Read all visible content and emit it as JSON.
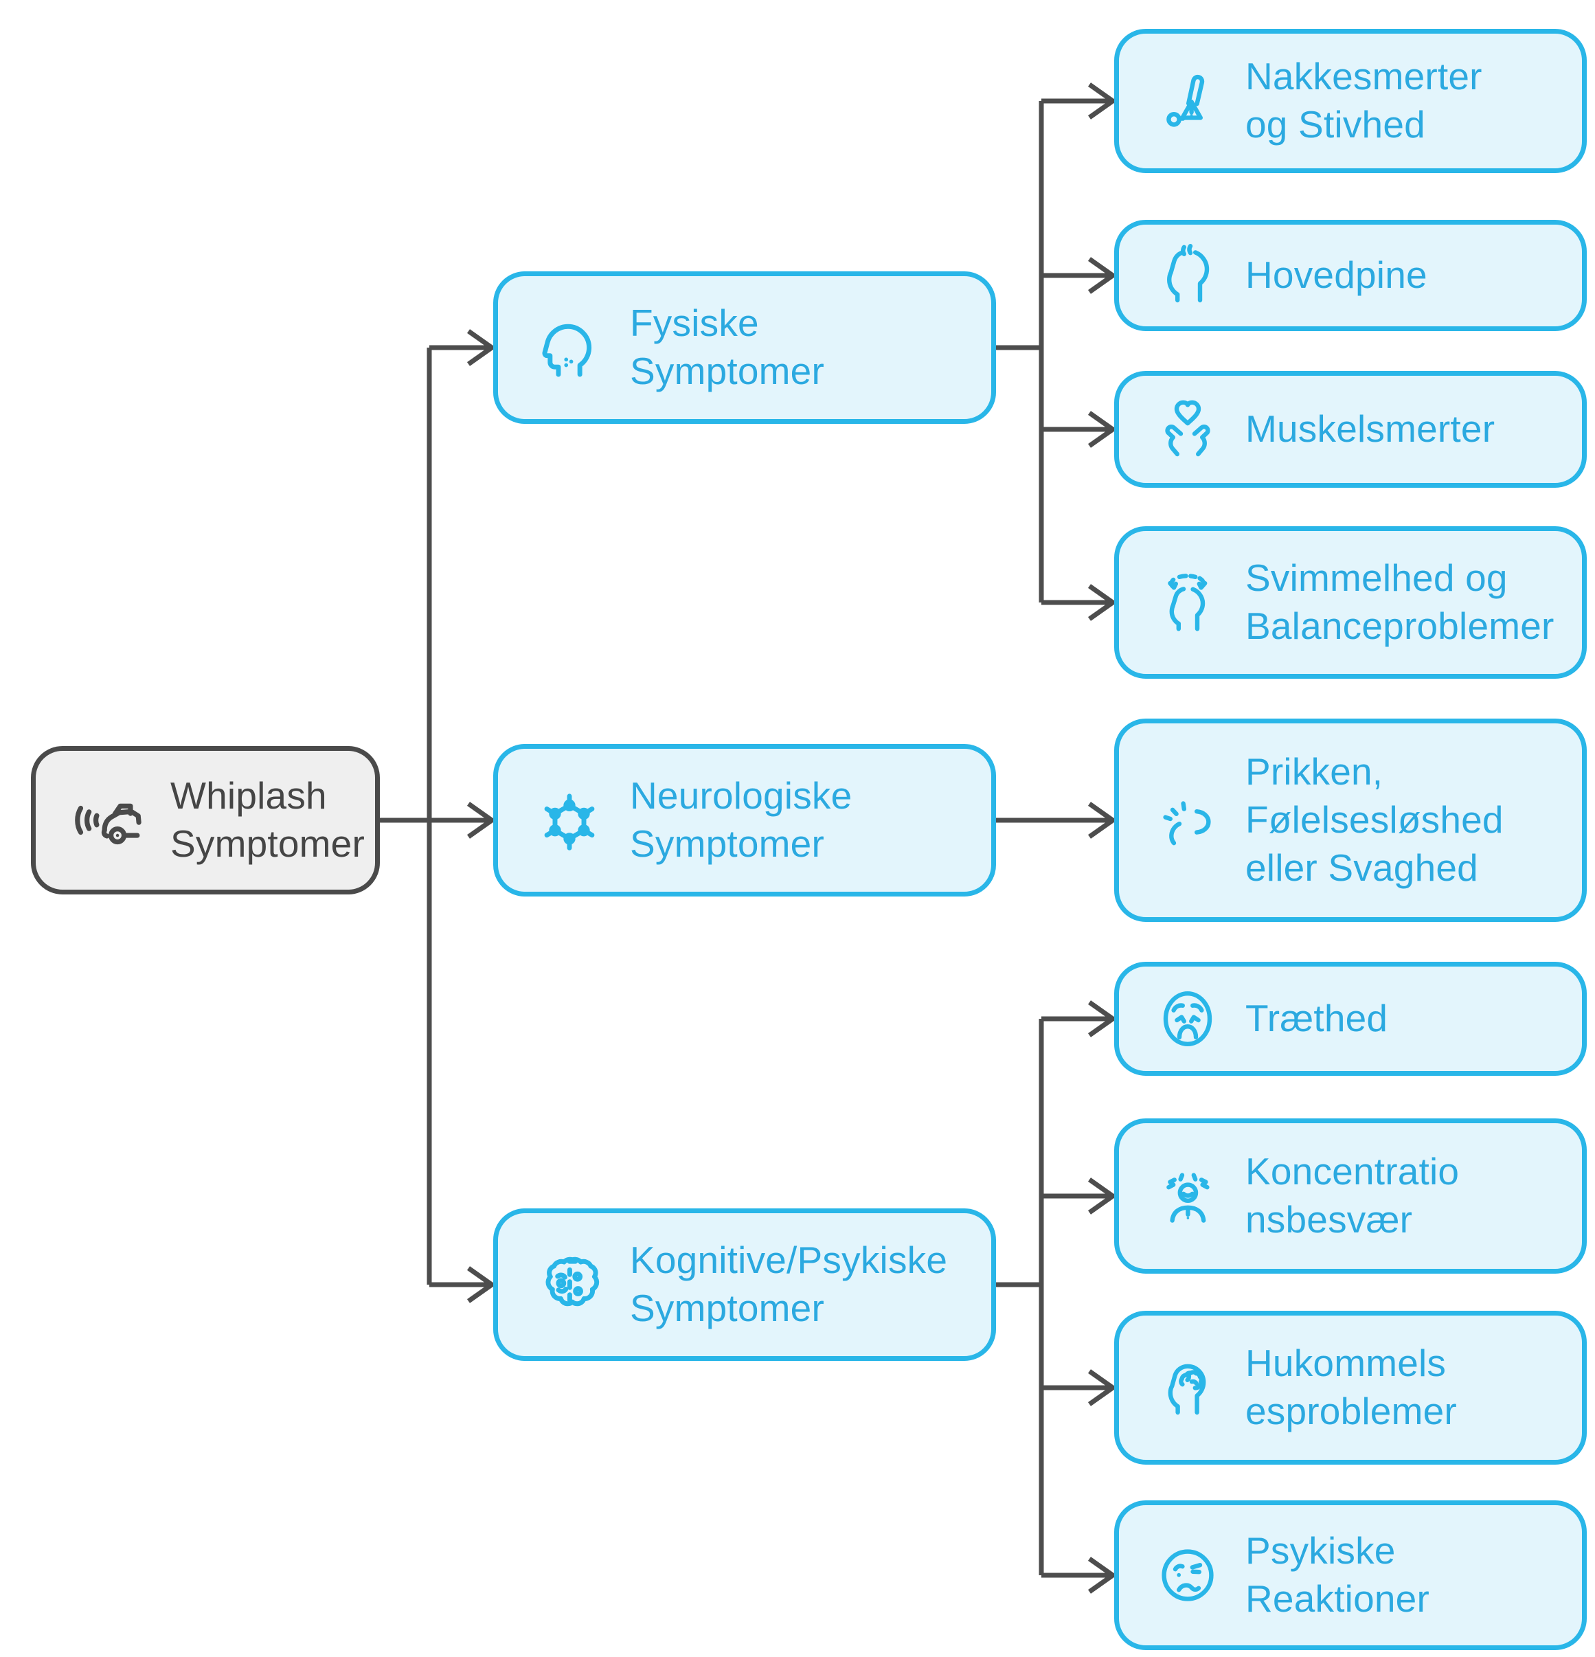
{
  "diagram": {
    "root": {
      "label": "Whiplash\nSymptomer",
      "icon": "car-collision-icon"
    },
    "categories": [
      {
        "id": "fysiske",
        "label": "Fysiske\nSymptomer",
        "icon": "head-profile-icon"
      },
      {
        "id": "neurologiske",
        "label": "Neurologiske\nSymptomer",
        "icon": "neural-network-icon"
      },
      {
        "id": "kognitive",
        "label": "Kognitive/Psykiske\nSymptomer",
        "icon": "brain-icon"
      }
    ],
    "leaves": [
      {
        "parent": "fysiske",
        "label": "Nakkesmerter\nog Stivhed",
        "icon": "neck-pain-icon"
      },
      {
        "parent": "fysiske",
        "label": "Hovedpine",
        "icon": "head-steam-icon"
      },
      {
        "parent": "fysiske",
        "label": "Muskelsmerter",
        "icon": "hands-heart-icon"
      },
      {
        "parent": "fysiske",
        "label": "Svimmelhed og\nBalanceproblemer",
        "icon": "dizzy-head-icon"
      },
      {
        "parent": "neurologiske",
        "label": "Prikken,\nFølelsesløshed\neller Svaghed",
        "icon": "tingling-icon"
      },
      {
        "parent": "kognitive",
        "label": "Træthed",
        "icon": "weary-face-icon"
      },
      {
        "parent": "kognitive",
        "label": "Koncentratio\nnsbesvær",
        "icon": "stressed-person-icon"
      },
      {
        "parent": "kognitive",
        "label": "Hukommels\nesproblemer",
        "icon": "head-brain-icon"
      },
      {
        "parent": "kognitive",
        "label": "Psykiske\nReaktioner",
        "icon": "annoyed-face-icon"
      }
    ],
    "edges": [
      {
        "from": "Whiplash Symptomer",
        "to": "Fysiske Symptomer"
      },
      {
        "from": "Whiplash Symptomer",
        "to": "Neurologiske Symptomer"
      },
      {
        "from": "Whiplash Symptomer",
        "to": "Kognitive/Psykiske Symptomer"
      },
      {
        "from": "Fysiske Symptomer",
        "to": "Nakkesmerter og Stivhed"
      },
      {
        "from": "Fysiske Symptomer",
        "to": "Hovedpine"
      },
      {
        "from": "Fysiske Symptomer",
        "to": "Muskelsmerter"
      },
      {
        "from": "Fysiske Symptomer",
        "to": "Svimmelhed og Balanceproblemer"
      },
      {
        "from": "Neurologiske Symptomer",
        "to": "Prikken, Følelsesløshed eller Svaghed"
      },
      {
        "from": "Kognitive/Psykiske Symptomer",
        "to": "Træthed"
      },
      {
        "from": "Kognitive/Psykiske Symptomer",
        "to": "Koncentrationsbesvær"
      },
      {
        "from": "Kognitive/Psykiske Symptomer",
        "to": "Hukommelsesproblemer"
      },
      {
        "from": "Kognitive/Psykiske Symptomer",
        "to": "Psykiske Reaktioner"
      }
    ],
    "colors": {
      "accent": "#29B6E8",
      "node_fill": "#E3F5FC",
      "node_text": "#2BA9E0",
      "root_fill": "#EFEFEF",
      "root_border": "#4A4A4A",
      "root_text": "#454545",
      "connector": "#4D4D4D",
      "background": "#FFFFFF"
    }
  }
}
